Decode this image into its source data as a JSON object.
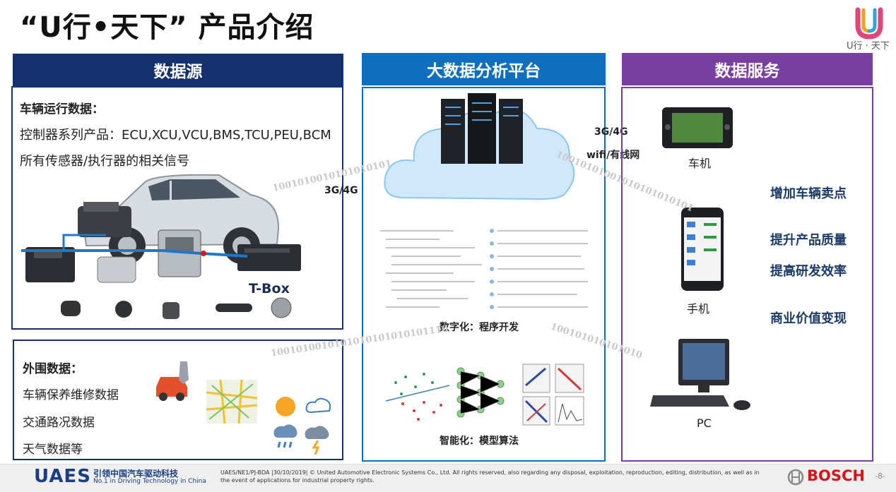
{
  "title": "“U行•天下”  产品介绍",
  "logo": {
    "text": "U行 · 天下"
  },
  "colors": {
    "navy": "#14316d",
    "blue": "#0e6fbf",
    "purple": "#7a3fa3"
  },
  "panels": {
    "source": {
      "header": "数据源",
      "vehicle_title": "车辆运行数据：",
      "vehicle_lines": [
        "控制器系列产品：ECU,XCU,VCU,BMS,TCU,PEU,BCM",
        "所有传感器/执行器的相关信号"
      ],
      "tbox_label": "T-Box",
      "peripheral_title": "外围数据：",
      "peripheral_lines": [
        "车辆保养维修数据",
        "交通路况数据",
        "天气数据等"
      ]
    },
    "platform": {
      "header": "大数据分析平台",
      "digital_label": "数字化：程序开发",
      "smart_label": "智能化：模型算法"
    },
    "services": {
      "header": "数据服务",
      "devices": [
        "车机",
        "手机",
        "PC"
      ],
      "items": [
        "增加车辆卖点",
        "提升产品质量",
        "提高研发效率",
        "商业价值变现"
      ]
    }
  },
  "connections": {
    "left_label": "3G/4G",
    "right_label_1": "3G/4G",
    "right_label_2": "wifi/有线网"
  },
  "footer": {
    "company": "UAES",
    "company_cn": "引领中国汽车驱动科技",
    "company_en": "No.1 in Driving Technology in China",
    "copyright": "UAES/NE1/PJ-BDA |30/10/2019| © United Automotive Electronic Systems Co., Ltd.  All rights reserved, also regarding any disposal, exploitation, reproduction, editing, distribution, as well as in the event of applications for industrial property rights.",
    "brand": "BOSCH",
    "page": "-8-"
  }
}
